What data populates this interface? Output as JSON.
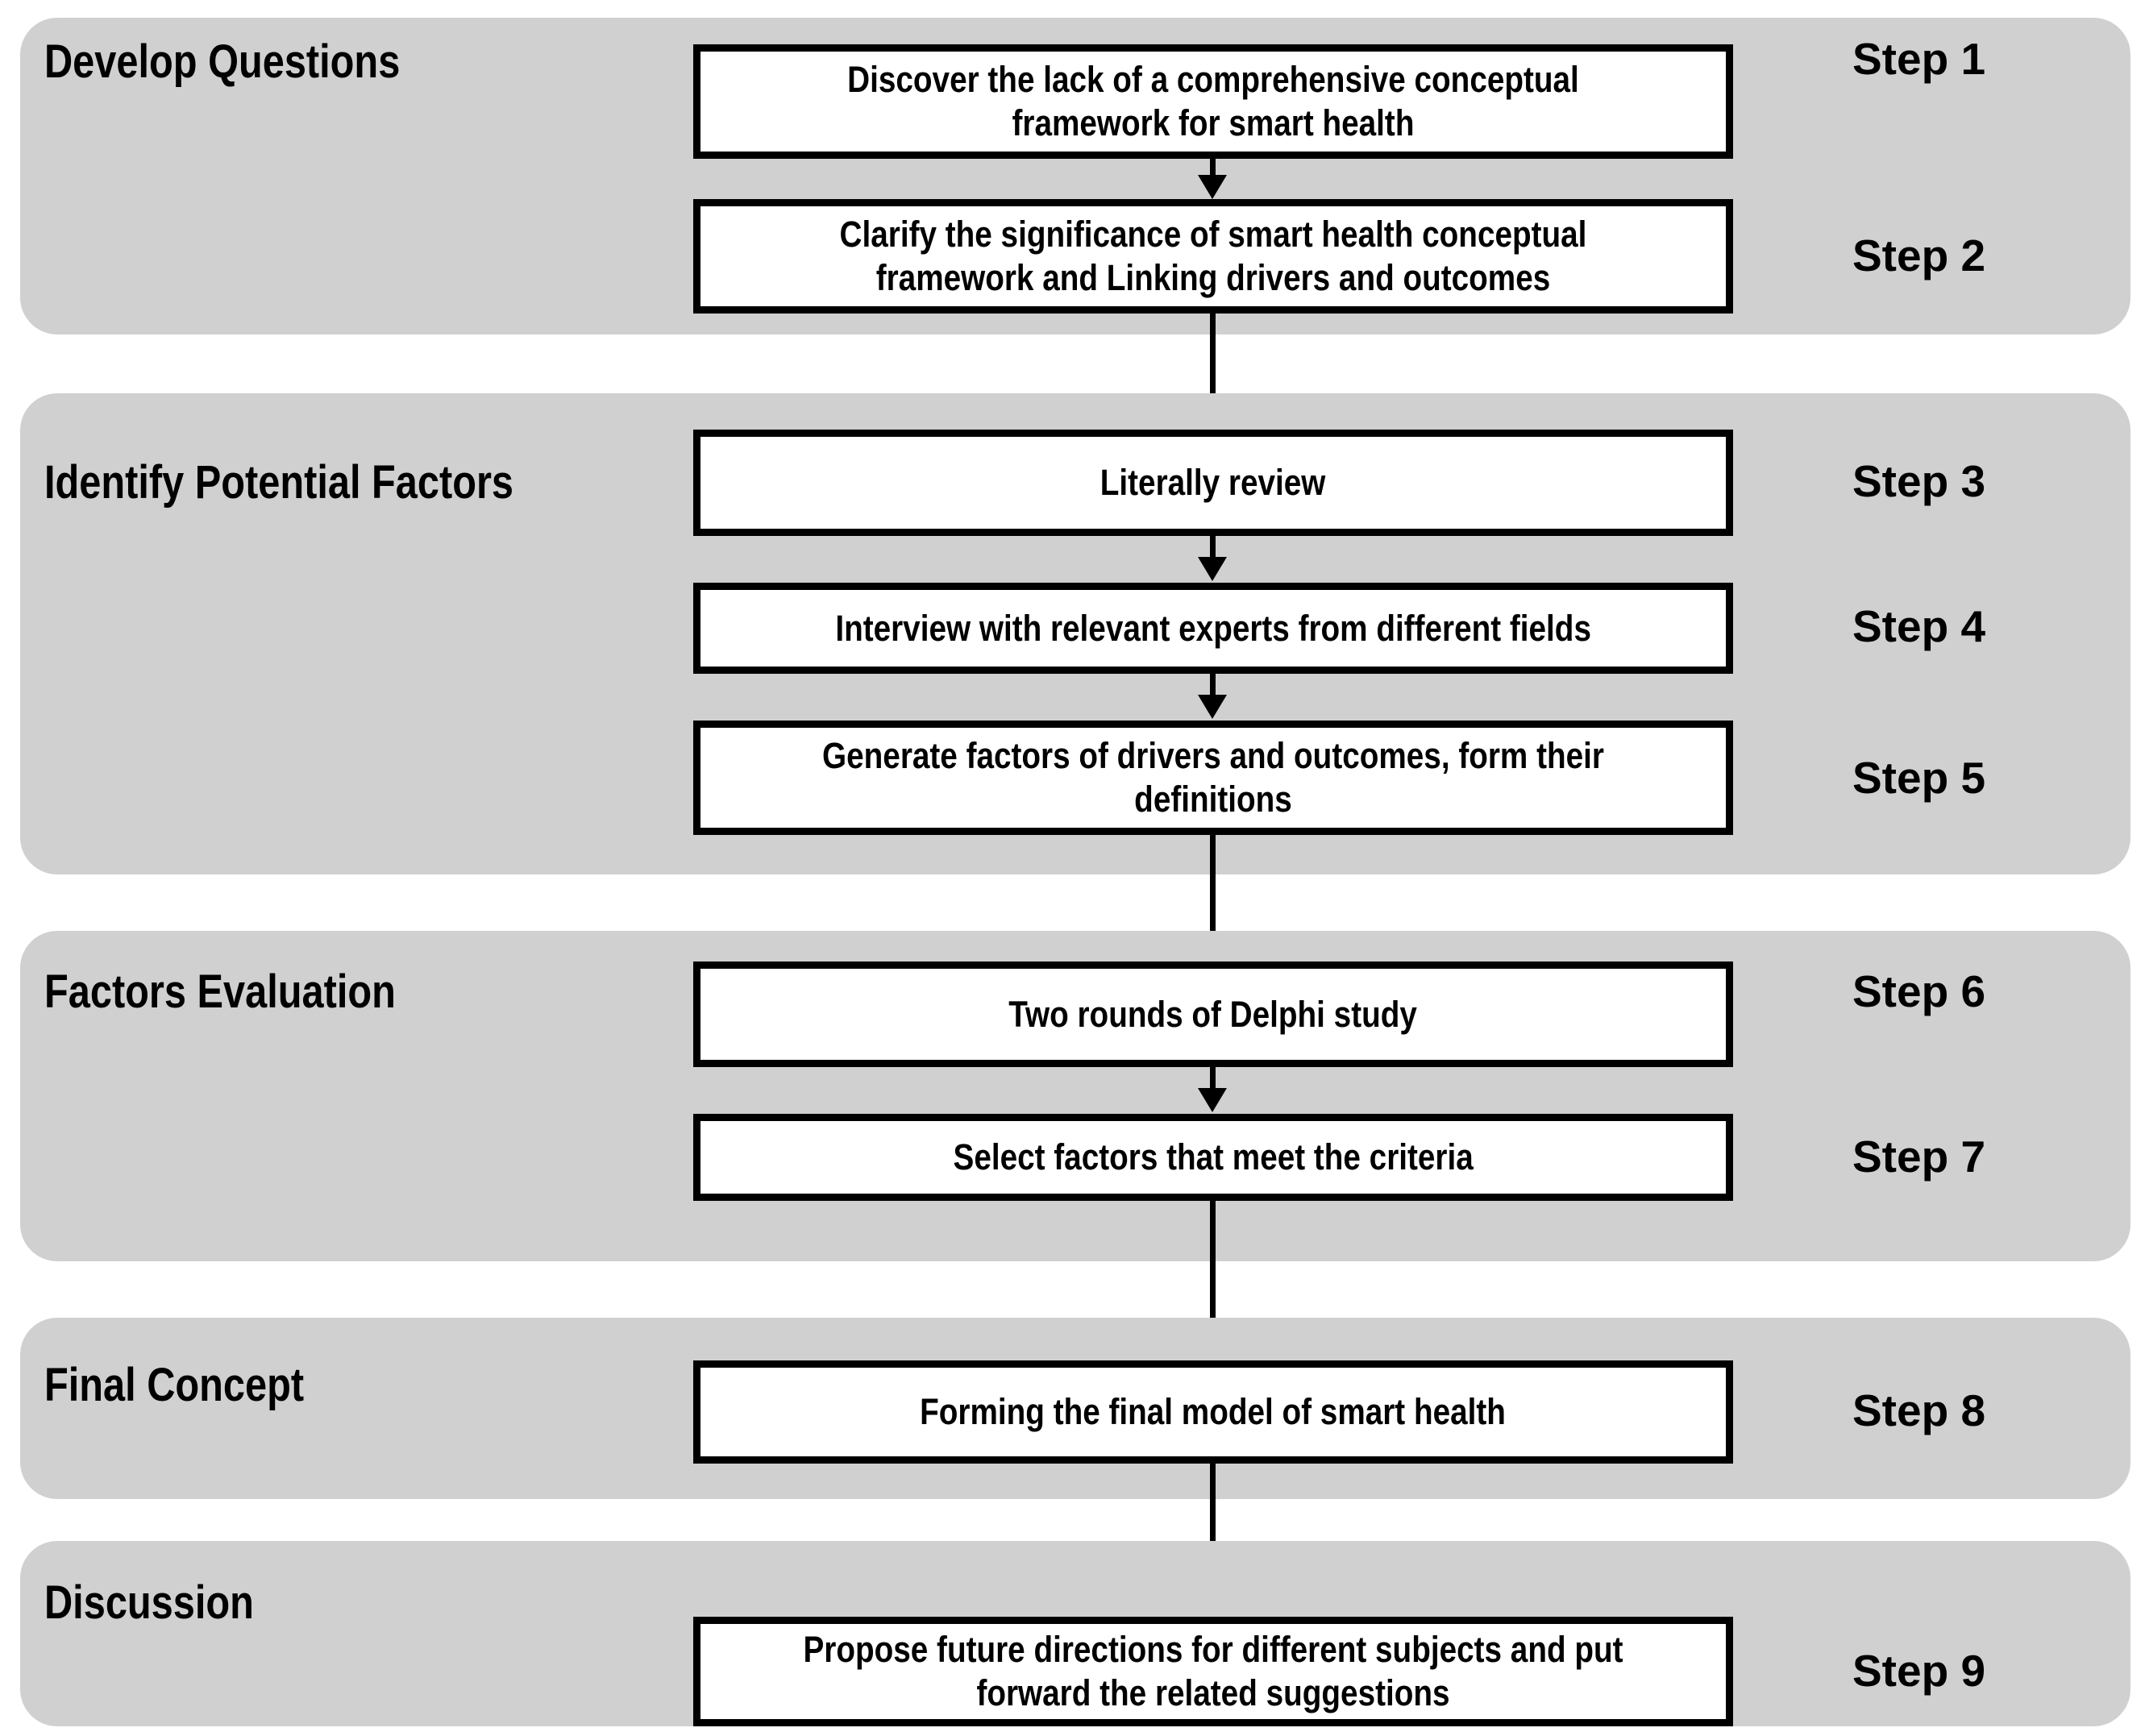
{
  "diagram": {
    "title": "Research process flowchart for smart health conceptual framework",
    "colors": {
      "panel_background": "#d0d0d0",
      "box_background": "#ffffff",
      "box_border": "#000000",
      "page_background": "#ffffff",
      "text": "#000000",
      "arrow": "#000000"
    },
    "stages": [
      {
        "stage_label": "Develop  Questions",
        "steps": [
          {
            "step_label": "Step 1",
            "text": "Discover the lack of a comprehensive conceptual framework for smart health"
          },
          {
            "step_label": "Step 2",
            "text": "Clarify the significance of smart health conceptual framework and Linking drivers and outcomes"
          }
        ]
      },
      {
        "stage_label": "Identify Potential Factors",
        "steps": [
          {
            "step_label": "Step 3",
            "text": "Literally review"
          },
          {
            "step_label": "Step 4",
            "text": "Interview with relevant experts from different fields"
          },
          {
            "step_label": "Step 5",
            "text": "Generate factors of drivers and outcomes, form their definitions"
          }
        ]
      },
      {
        "stage_label": "Factors Evaluation",
        "steps": [
          {
            "step_label": "Step 6",
            "text": "Two rounds of Delphi study"
          },
          {
            "step_label": "Step 7",
            "text": "Select factors that meet the criteria"
          }
        ]
      },
      {
        "stage_label": "Final Concept",
        "steps": [
          {
            "step_label": "Step 8",
            "text": "Forming the final model of smart health"
          }
        ]
      },
      {
        "stage_label": "Discussion",
        "steps": [
          {
            "step_label": "Step 9",
            "text": "Propose future directions for different subjects and put forward the related suggestions"
          }
        ]
      }
    ]
  }
}
